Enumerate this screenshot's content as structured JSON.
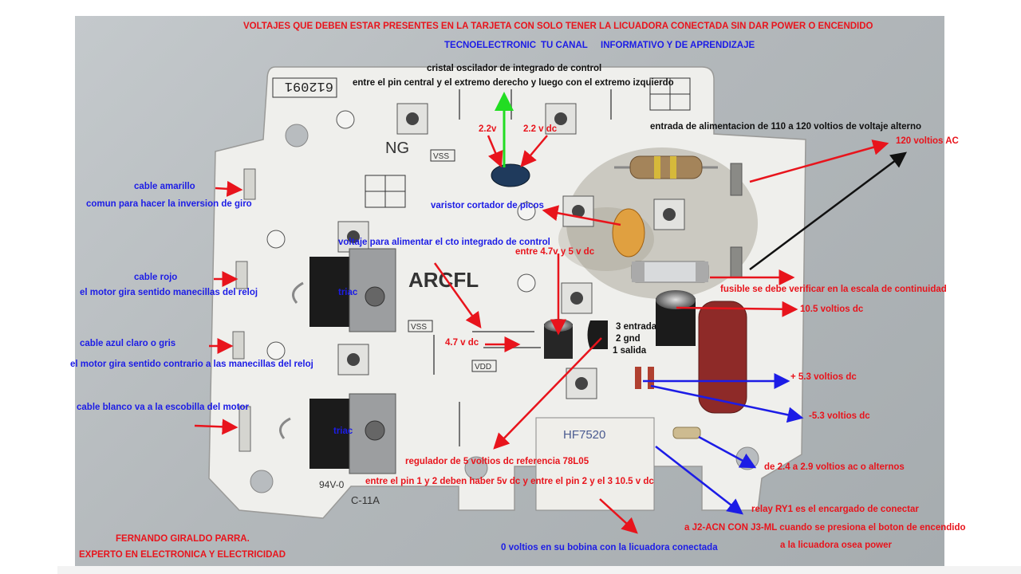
{
  "header": {
    "title": "VOLTAJES QUE DEBEN ESTAR PRESENTES EN LA TARJETA CON SOLO TENER LA LICUADORA CONECTADA SIN DAR POWER O ENCENDIDO",
    "channel_1": "TECNOELECTRONIC",
    "channel_2": "TU CANAL",
    "channel_3": "INFORMATIVO Y DE APRENDIZAJE"
  },
  "board_text": {
    "part_code": "612091",
    "brand": "NG",
    "logo": "ARCFL",
    "ic_code": "C-11A",
    "relay_model": "HF7520",
    "rating": "94V-0",
    "vss": "VSS",
    "vdd": "VDD",
    "vss2": "VSS"
  },
  "labels": {
    "crystal_title": "cristal oscilador de  integrado de control",
    "crystal_desc": "entre el pin central y el extremo derecho y luego con el extremo izquierdo",
    "v22_left": "2.2v",
    "v22_right": "2.2 v dc",
    "ac_input": "entrada de alimentacion de 110 a 120 voltios de voltaje alterno",
    "v120": "120 voltios AC",
    "cable_amarillo": "cable amarillo",
    "comun_giro": "comun para hacer la inversion de giro",
    "varistor": "varistor cortador de picos",
    "voltaje_cto": "voltaje para alimentar  el cto integrado de control",
    "entre_47_5": "entre 4.7v y 5 v dc",
    "cable_rojo": "cable rojo",
    "motor_horario": "el motor gira sentido manecillas del reloj",
    "triac1": "triac",
    "fusible": "fusible se debe verificar en la escala de continuidad",
    "v105": "10.5 voltios dc",
    "pin3": "3 entrada",
    "pin2": "2 gnd",
    "pin1": "1 salida",
    "v47": "4.7 v dc",
    "cable_azul": "cable azul claro o gris",
    "motor_antihorario": "el motor gira sentido  contrario a las manecillas del reloj",
    "v53_pos": "+ 5.3 voltios dc",
    "v53_neg": "-5.3 voltios dc",
    "cable_blanco": "cable blanco va a la escobilla del motor",
    "triac2": "triac",
    "regulador": "regulador de 5 voltios dc referencia  78L05",
    "regulador_pins": "entre el pin 1 y 2 deben haber  5v dc y entre el pin 2 y el 3 10.5 v dc",
    "v24_29": "de 2.4 a 2.9 voltios ac o alternos",
    "relay_1": "relay  RY1   es el encargado de  conectar",
    "relay_2": "a J2-ACN  CON J3-ML cuando se presiona el boton de encendido",
    "relay_3": "a la licuadora osea power",
    "bobina": "0 voltios  en su bobina con la licuadora conectada",
    "autor_1": "FERNANDO GIRALDO PARRA.",
    "autor_2": "EXPERTO EN ELECTRONICA Y ELECTRICIDAD"
  },
  "colors": {
    "red_text": "#e8141c",
    "blue_text": "#1c1ce6",
    "green_arrow": "#22dd22",
    "board": "#eeeeea"
  }
}
